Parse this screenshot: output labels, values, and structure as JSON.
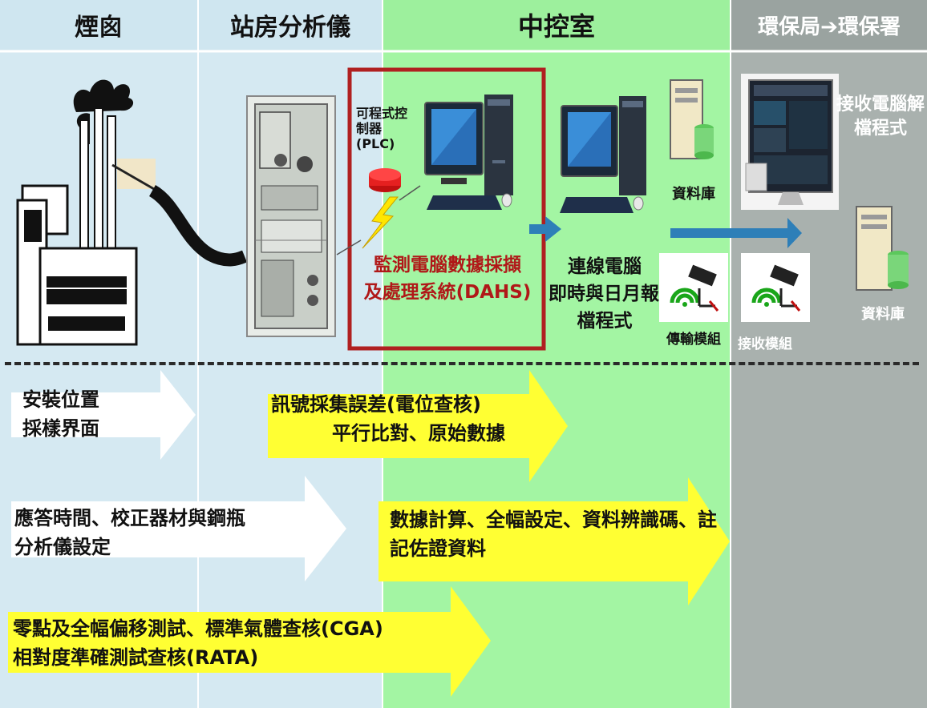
{
  "columns": {
    "chimney": "煙囪",
    "station": "站房分析儀",
    "control": "中控室",
    "epa": "環保局➔環保署"
  },
  "labels": {
    "plc": "可程式控制器(PLC)",
    "dahs_line1": "監測電腦數據採擷",
    "dahs_line2": "及處理系統(DAHS)",
    "conn_line1": "連線電腦",
    "conn_line2": "即時與日月報",
    "conn_line3": "檔程式",
    "database_ctrl": "資料庫",
    "transmit_module": "傳輸模組",
    "receive_line1": "接收電腦解",
    "receive_line2": "檔程式",
    "receive_module": "接收模組",
    "database_epa": "資料庫"
  },
  "arrows": {
    "a1_line1": "安裝位置",
    "a1_line2": "採樣界面",
    "a2_line1": "訊號採集誤差(電位查核)",
    "a2_line2": "平行比對、原始數據",
    "a3_line1": "應答時間、校正器材與鋼瓶",
    "a3_line2": "分析儀設定",
    "a4_line1": "數據計算、全幅設定、資料辨識碼、註",
    "a4_line2": "記佐證資料",
    "a5_line1": "零點及全幅偏移測試、標準氣體查核(CGA)",
    "a5_line2": "相對度準確測試查核(RATA)"
  },
  "colors": {
    "chimney_bg": "#d5e9f2",
    "station_bg": "#d5e9f2",
    "control_bg": "#a3f5a3",
    "epa_bg": "#a9b1ae",
    "yellow_arrow": "#ffff33",
    "white_arrow": "#ffffff",
    "dahs_box": "#b02020",
    "flow_arrow": "#2e7fb8"
  },
  "icons": [
    "factory-icon",
    "cabinet-icon",
    "plc-icon",
    "lightning-icon",
    "computer-icon",
    "server-icon",
    "antenna-camera-icon",
    "monitor-icon"
  ]
}
